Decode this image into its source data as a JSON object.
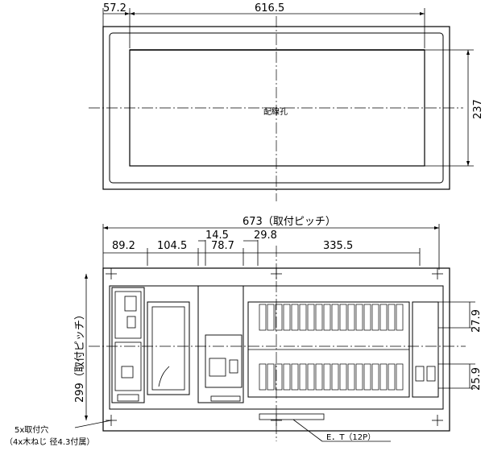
{
  "top_view": {
    "dim_left": "57.2",
    "dim_width": "616.5",
    "dim_height": "237",
    "hole_label": "配線孔"
  },
  "bottom_view": {
    "pitch_width": "673（取付ピッチ）",
    "pitch_height": "299（取付ピッチ）",
    "dims": {
      "d1": "89.2",
      "d2": "104.5",
      "d3": "14.5",
      "d4": "78.7",
      "d5": "29.8",
      "d6": "335.5",
      "r1": "27.9",
      "r2": "25.9"
    },
    "mount_note_line1": "5x取付穴",
    "mount_note_line2": "（4x木ねじ 径4.3付属）",
    "et_label": "E．T（12P）"
  }
}
